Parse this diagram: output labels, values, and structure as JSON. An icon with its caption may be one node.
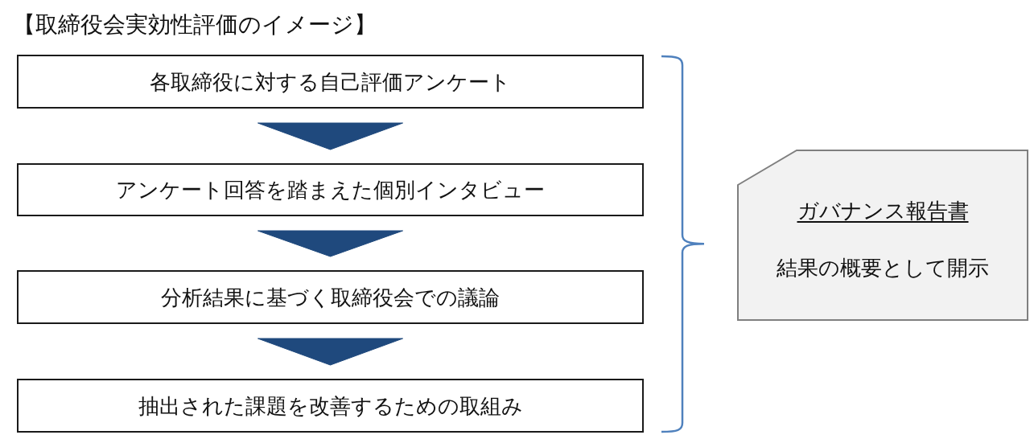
{
  "diagram": {
    "title": "【取締役会実効性評価のイメージ】",
    "nodes": [
      {
        "text": [
          "各取締役に対する自己評価アンケート"
        ]
      },
      {
        "text": [
          "アンケート回答を踏まえた個別インタビュー"
        ]
      },
      {
        "text": [
          "分析結果に基づく取締役会での議論"
        ]
      },
      {
        "text": [
          "抽出された課題を改善するための取組み"
        ]
      },
      {
        "text": [
          "ガバナンス報告書",
          "結果の概要として開示"
        ]
      }
    ],
    "edges": [
      {
        "from": 0,
        "to": 1,
        "arrow": "to"
      },
      {
        "from": 1,
        "to": 2,
        "arrow": "to"
      },
      {
        "from": 2,
        "to": 3,
        "arrow": "to"
      }
    ]
  }
}
